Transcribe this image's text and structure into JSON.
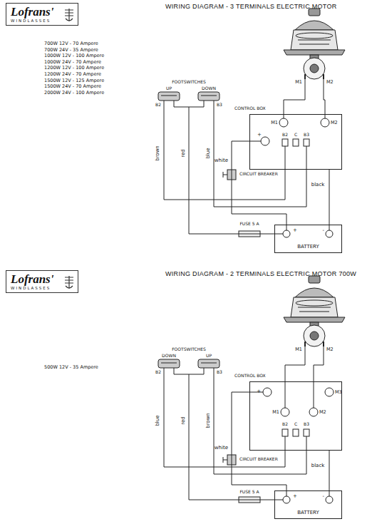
{
  "diagram": {
    "title": "WIRING DIAGRAM - 3 TERMINALS ELECTRIC MOTOR",
    "nodes": [
      {
        "text": [
          "Lofrans'",
          "WINDLASSES"
        ]
      },
      {
        "text": [
          "CONTROL BOX"
        ]
      },
      {
        "text": [
          "BATTERY"
        ]
      },
      {
        "text": [
          "Lofrans'",
          "WINDLASSES"
        ]
      },
      {
        "text": [
          "CONTROL BOX"
        ]
      },
      {
        "text": [
          "BATTERY"
        ]
      }
    ],
    "edges": [
      {
        "from": 1,
        "to": 2,
        "arrow": "none"
      },
      {
        "from": 1,
        "to": 2,
        "arrow": "none"
      },
      {
        "from": 4,
        "to": 5,
        "arrow": "none"
      },
      {
        "from": 4,
        "to": 5,
        "arrow": "none"
      }
    ],
    "labels": [
      "700W 12V - 70 Ampere",
      "700W 24V - 35 Ampere",
      "1000W 12V - 100 Ampere",
      "1000W 24V - 70 Ampere",
      "1200W 12V - 100 Ampere",
      "1200W 24V - 70 Ampere",
      "1500W 12V - 125 Ampere",
      "1500W 24V - 70 Ampere",
      "2000W 24V - 100 Ampere",
      "FOOTSWITCHES",
      "UP",
      "DOWN",
      "B2",
      "B3",
      "brown",
      "red",
      "blue",
      "M1",
      "M2",
      "M1",
      "M2",
      "+",
      "B2",
      "C",
      "B3",
      "white",
      "CIRCUIT BREAKER",
      "black",
      "FUSE 5 A",
      "+",
      "-",
      "WIRING DIAGRAM - 2 TERMINALS ELECTRIC MOTOR 700W",
      "500W 12V - 35 Ampere",
      "FOOTSWITCHES",
      "DOWN",
      "UP",
      "B2",
      "B3",
      "blue",
      "red",
      "brown",
      "M1",
      "M2",
      "+",
      "M3",
      "M1",
      "M2",
      "B2",
      "C",
      "B3",
      "white",
      "CIRCUIT BREAKER",
      "black",
      "FUSE 5 A",
      "+",
      "-"
    ]
  }
}
